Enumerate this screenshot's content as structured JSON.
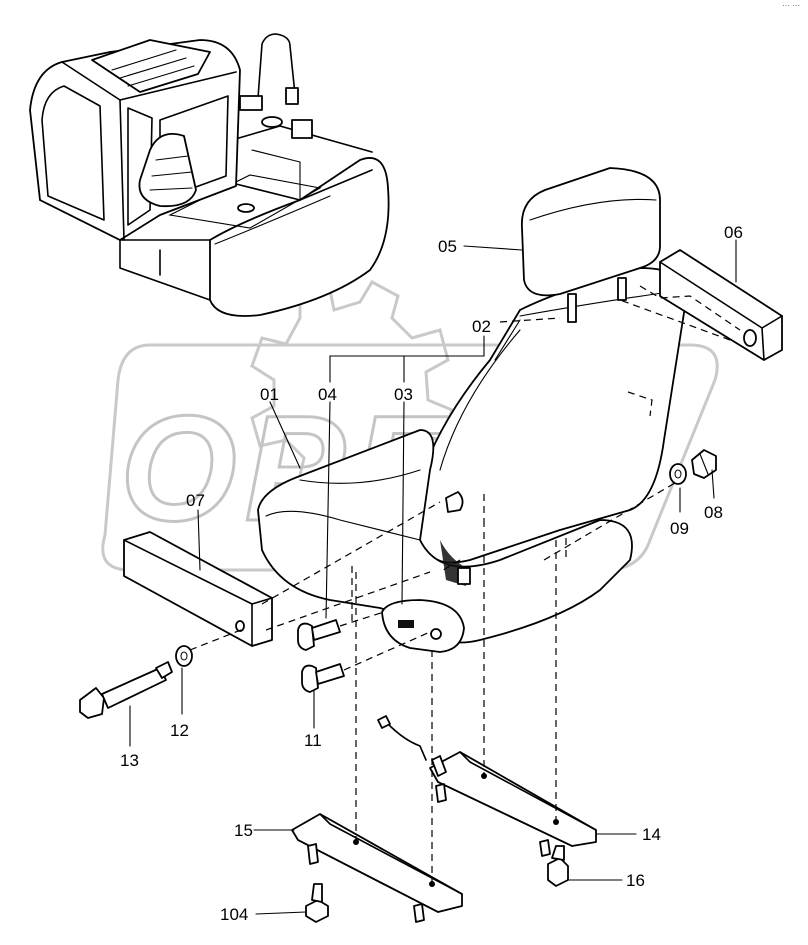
{
  "watermark": {
    "text": "OPEX"
  },
  "corner_mark": "··· ···",
  "callouts": {
    "c01": "01",
    "c02": "02",
    "c03": "03",
    "c04": "04",
    "c05": "05",
    "c06": "06",
    "c07": "07",
    "c08": "08",
    "c09": "09",
    "c11": "11",
    "c12": "12",
    "c13": "13",
    "c14": "14",
    "c15": "15",
    "c16": "16",
    "c104": "104"
  }
}
